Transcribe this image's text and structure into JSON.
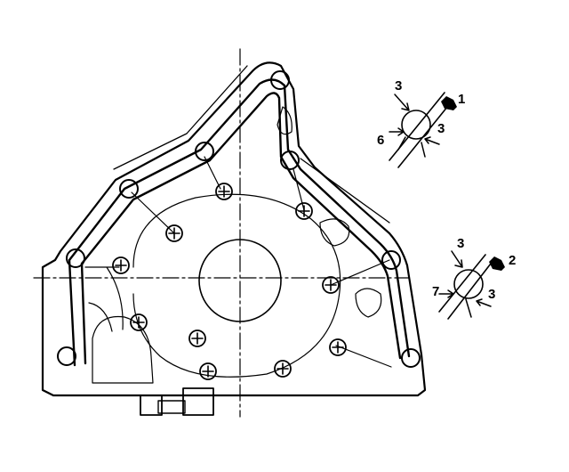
{
  "detail_1": {
    "marker": "1",
    "width_top": "3",
    "width_left": "6",
    "width_right": "3"
  },
  "detail_2": {
    "marker": "2",
    "width_top": "3",
    "width_left": "7",
    "width_right": "3"
  },
  "colors": {
    "line": "#000000",
    "background": "#ffffff"
  }
}
